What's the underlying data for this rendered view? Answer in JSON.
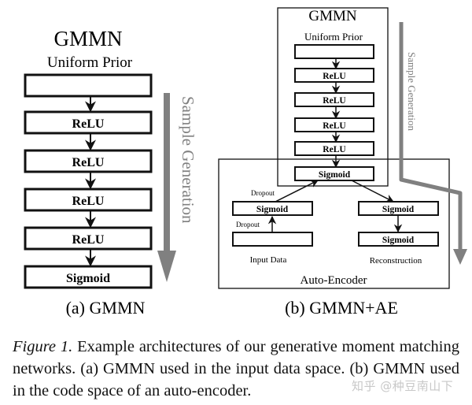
{
  "figure": {
    "panel_a": {
      "title": "GMMN",
      "prior_label": "Uniform Prior",
      "layers": [
        "",
        "ReLU",
        "ReLU",
        "ReLU",
        "ReLU",
        "Sigmoid"
      ],
      "flow_label": "Sample Generation",
      "sublabel": "(a) GMMN"
    },
    "panel_b": {
      "gmmn_title": "GMMN",
      "prior_label": "Uniform Prior",
      "gmmn_layers": [
        "",
        "ReLU",
        "ReLU",
        "ReLU",
        "ReLU",
        "Sigmoid"
      ],
      "flow_label": "Sample Generation",
      "autoencoder_label": "Auto-Encoder",
      "encoder": {
        "hidden_layer": "Sigmoid",
        "input_layer": "",
        "dropout_top": "Dropout",
        "dropout_bottom": "Dropout",
        "input_label": "Input Data"
      },
      "decoder": {
        "hidden_layer": "Sigmoid",
        "output_layer": "Sigmoid",
        "output_label": "Reconstruction"
      },
      "sublabel": "(b) GMMN+AE"
    },
    "caption": {
      "prefix": "Figure 1.",
      "text": " Example architectures of our generative moment matching networks.  (a) GMMN used in the input data space.  (b) GMMN used in the code space of an auto-encoder."
    },
    "watermark": "知乎 @种豆南山下",
    "colors": {
      "flow_arrow": "#808080",
      "ink": "#111111"
    }
  }
}
